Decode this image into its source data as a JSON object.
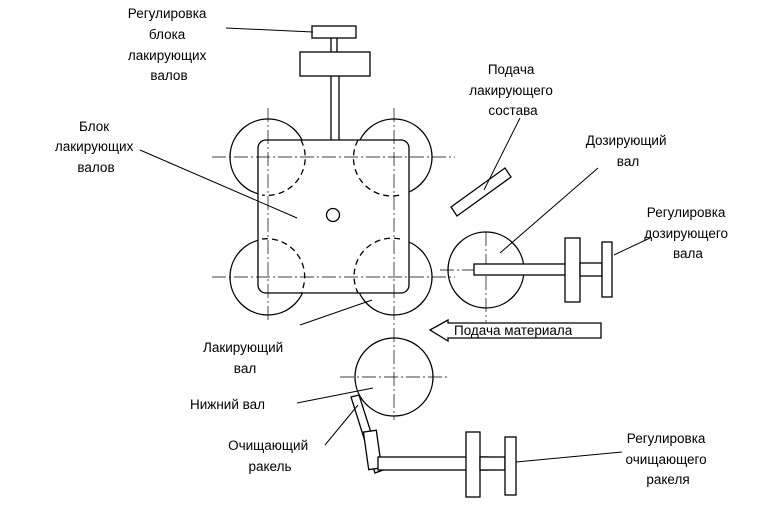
{
  "labels": {
    "coating_block_adjust": [
      "Регулировка",
      "блока",
      "лакирующих",
      "валов"
    ],
    "coating_block": [
      "Блок",
      "лакирующих",
      "валов"
    ],
    "coating_supply": [
      "Подача",
      "лакирующего",
      "состава"
    ],
    "metering_roll": [
      "Дозирующий",
      "вал"
    ],
    "metering_adjust": [
      "Регулировка",
      "дозирующего",
      "вала"
    ],
    "material_feed": "Подача материала",
    "coating_roll": [
      "Лакирующий",
      "вал"
    ],
    "bottom_roll": "Нижний вал",
    "doctor_blade": [
      "Очищающий",
      "ракель"
    ],
    "blade_adjust": [
      "Регулировка",
      "очищающего",
      "ракеля"
    ]
  }
}
